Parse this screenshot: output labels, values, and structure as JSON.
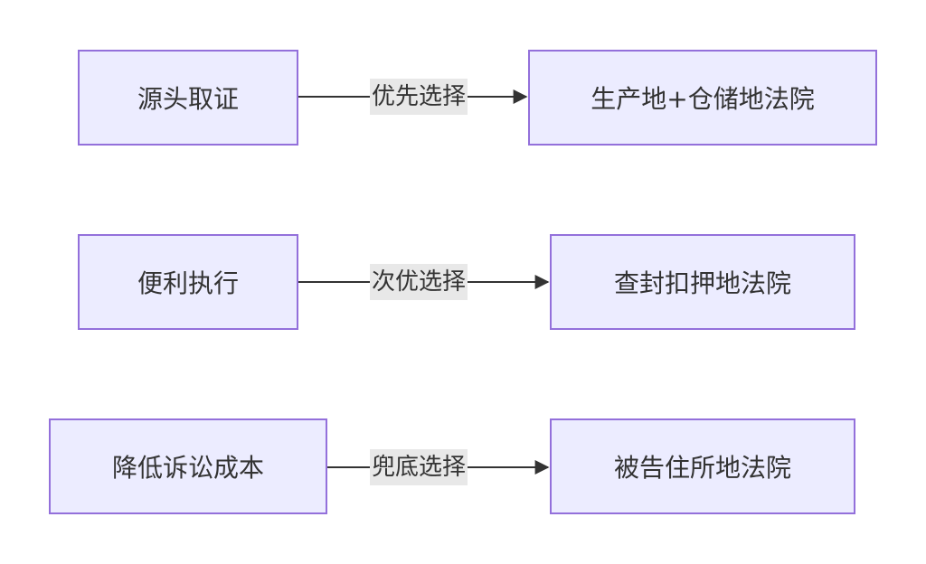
{
  "diagram": {
    "rows": [
      {
        "source": "源头取证",
        "label": "优先选择",
        "target": "生产地+仓储地法院"
      },
      {
        "source": "便利执行",
        "label": "次优选择",
        "target": "查封扣押地法院"
      },
      {
        "source": "降低诉讼成本",
        "label": "兜底选择",
        "target": "被告住所地法院"
      }
    ],
    "colors": {
      "node_fill": "#ececff",
      "node_border": "#9370db",
      "edge": "#333333",
      "label_bg": "#e8e8e8"
    }
  }
}
